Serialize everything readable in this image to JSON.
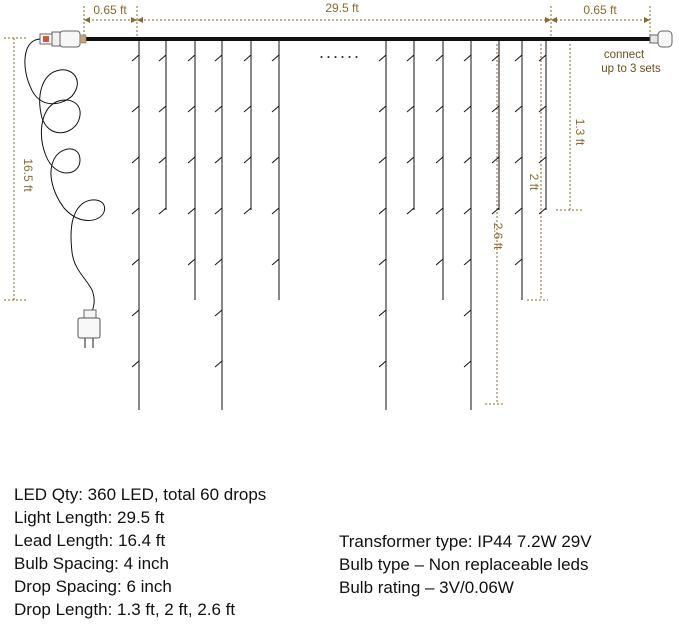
{
  "dimensions": {
    "lead_left": "0.65 ft",
    "light_length": "29.5 ft",
    "lead_right": "0.65 ft",
    "lead_cable": "16.5 ft",
    "drop_short": "1.3 ft",
    "drop_medium": "2 ft",
    "drop_long": "2.6 ft"
  },
  "connect_note": {
    "line1": "connect",
    "line2": "up to 3 sets"
  },
  "ellipsis": "......",
  "specs_left": [
    "LED Qty: 360 LED,  total 60 drops",
    "Light Length: 29.5 ft",
    "Lead Length: 16.4 ft",
    "Bulb Spacing: 4 inch",
    "Drop Spacing: 6 inch",
    "Drop Length: 1.3 ft, 2 ft, 2.6 ft"
  ],
  "specs_right": [
    "Transformer type: IP44 7.2W 29V",
    "Bulb type – Non replaceable leds",
    "Bulb rating – 3V/0.06W"
  ],
  "colors": {
    "wire": "#111111",
    "dimension": "#8a6a2e",
    "plug_accent": "#d2553a"
  }
}
